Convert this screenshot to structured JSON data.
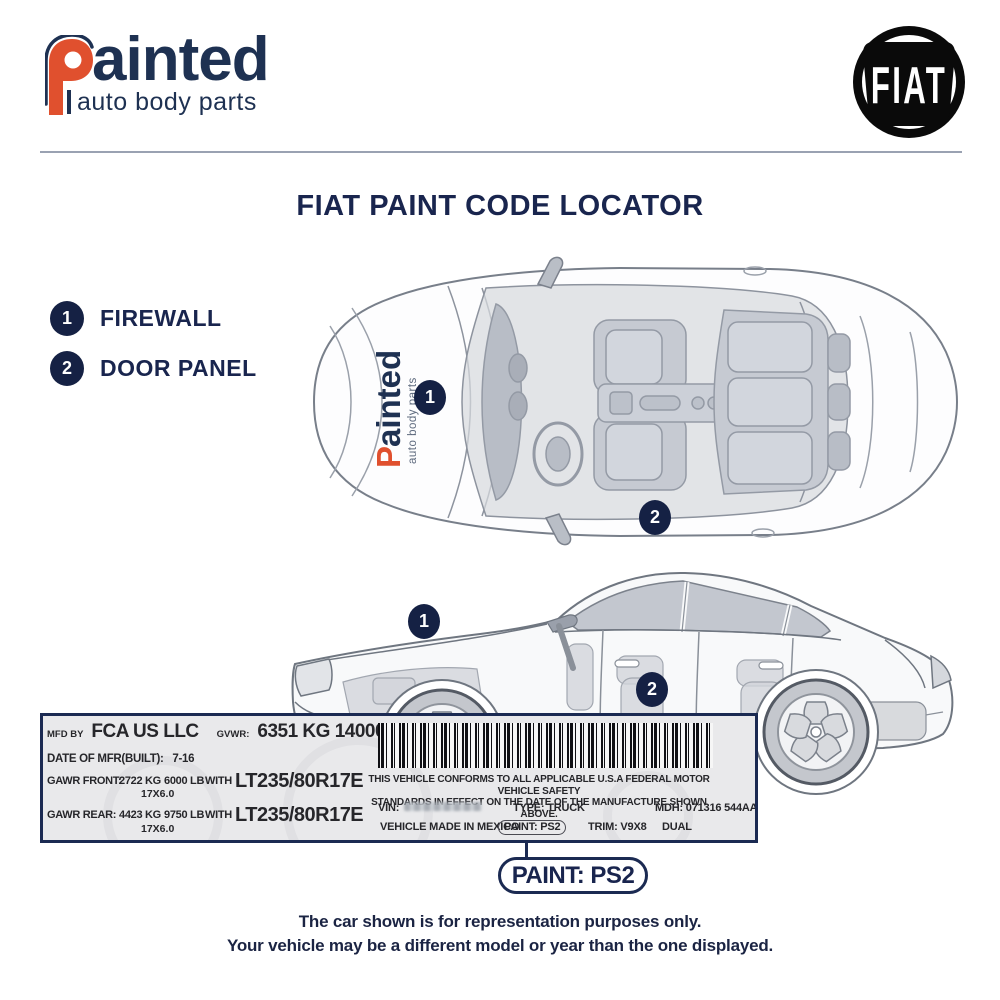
{
  "colors": {
    "navy": "#1b2a52",
    "red": "#e0502e",
    "black": "#0a0a0a"
  },
  "header": {
    "logo": {
      "p": "P",
      "ainted": "ainted",
      "tagline": "auto body parts"
    },
    "fiat_logo_text": "FIAT"
  },
  "title": "FIAT PAINT CODE LOCATOR",
  "legend": {
    "items": [
      {
        "num": "1",
        "label": "FIREWALL"
      },
      {
        "num": "2",
        "label": "DOOR PANEL"
      }
    ]
  },
  "diagram": {
    "top_markers": [
      {
        "num": "1"
      },
      {
        "num": "2"
      }
    ],
    "side_markers": [
      {
        "num": "1"
      },
      {
        "num": "2"
      }
    ],
    "watermark": {
      "p": "P",
      "ainted": "ainted",
      "tagline": "auto body parts"
    }
  },
  "label": {
    "mfd_by_label": "MFD BY",
    "mfd_by_value": "FCA US LLC",
    "gvwr_label": "GVWR:",
    "gvwr_value": "6351 KG  14000 LB",
    "date_label": "DATE OF MFR(BUILT):",
    "date_value": "7-16",
    "gawr_front_label": "GAWR FRONT:",
    "gawr_front_kg": "2722 KG",
    "gawr_front_lb": "6000 LB",
    "gawr_front_with": "WITH",
    "gawr_front_sub": "17X6.0",
    "gawr_front_tire": "LT235/80R17E",
    "gawr_rear_label": "GAWR REAR:",
    "gawr_rear_kg": "4423 KG",
    "gawr_rear_lb": "9750 LB",
    "gawr_rear_with": "WITH",
    "gawr_rear_sub": "17X6.0",
    "gawr_rear_tire": "LT235/80R17E",
    "conform_line1": "THIS VEHICLE CONFORMS TO ALL APPLICABLE U.S.A FEDERAL MOTOR VEHICLE SAFETY",
    "conform_line2": "STANDARDS IN EFFECT ON THE DATE OF THE MANUFACTURE SHOWN ABOVE.",
    "vin_label": "VIN:",
    "type_text": "TYPE:  TRUCK",
    "mdh_text": "MDH: 071316 544AA",
    "made_in": "VEHICLE MADE IN MEXICO",
    "paint_code": "PAINT: PS2",
    "trim_text": "TRIM: V9X8",
    "dual_text": "DUAL"
  },
  "callout": {
    "text": "PAINT: PS2"
  },
  "footer": {
    "line1": "The car shown is for representation purposes only.",
    "line2": "Your vehicle may be a different model or year than the one displayed."
  }
}
